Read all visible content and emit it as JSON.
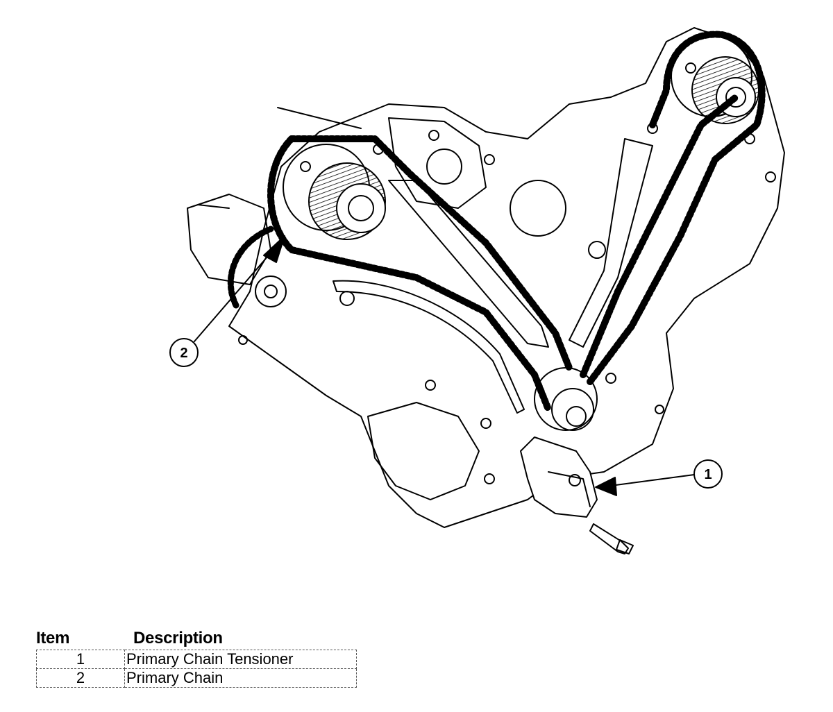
{
  "callouts": [
    {
      "number": "1",
      "ref": "Primary Chain Tensioner"
    },
    {
      "number": "2",
      "ref": "Primary Chain"
    }
  ],
  "legend": {
    "header_item": "Item",
    "header_description": "Description",
    "rows": [
      {
        "item": "1",
        "description": "Primary Chain Tensioner"
      },
      {
        "item": "2",
        "description": "Primary Chain"
      }
    ]
  },
  "colors": {
    "line": "#000000",
    "background": "#ffffff"
  }
}
